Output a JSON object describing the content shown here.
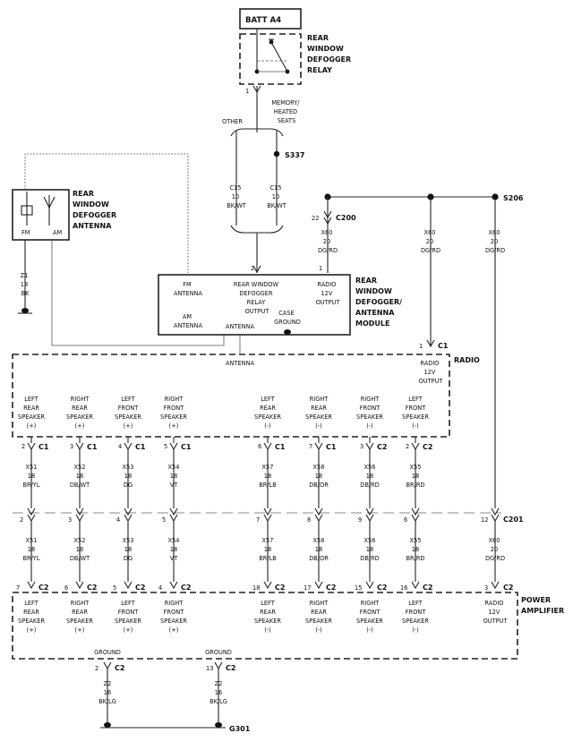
{
  "batt": "BATT A4",
  "relay": {
    "label": [
      "REAR",
      "WINDOW",
      "DEFOGGER",
      "RELAY"
    ],
    "pin": "1",
    "note": [
      "MEMORY/",
      "HEATED",
      "SEATS"
    ],
    "other": "OTHER",
    "splice": "S337"
  },
  "relay_wires": [
    [
      "C15",
      "10",
      "BK/WT"
    ],
    [
      "C15",
      "10",
      "BK/WT"
    ]
  ],
  "antenna": {
    "label": [
      "REAR",
      "WINDOW",
      "DEFOGGER",
      "ANTENNA"
    ],
    "fm": "FM",
    "am": "AM",
    "ground_wire": [
      "Z1",
      "18",
      "BK"
    ]
  },
  "s206": "S206",
  "c200": {
    "pin": "22",
    "name": "C200"
  },
  "top_wires": [
    [
      "X60",
      "20",
      "DG/RD"
    ],
    [
      "X60",
      "20",
      "DG/RD"
    ],
    [
      "X60",
      "20",
      "DG/RD"
    ]
  ],
  "module": {
    "label": [
      "REAR",
      "WINDOW",
      "DEFOGGER/",
      "ANTENNA",
      "MODULE"
    ],
    "pin2": "2",
    "pin1": "1",
    "fm": [
      "FM",
      "ANTENNA"
    ],
    "relay_out": [
      "REAR WINDOW",
      "DEFOGGER",
      "RELAY",
      "OUTPUT"
    ],
    "radio_out": [
      "RADIO",
      "12V",
      "OUTPUT"
    ],
    "am": [
      "AM",
      "ANTENNA"
    ],
    "ant": "ANTENNA",
    "case": [
      "CASE",
      "GROUND"
    ]
  },
  "radio": {
    "label": "RADIO",
    "antenna": "ANTENNA",
    "conn_pin": "1",
    "conn": "C1",
    "out": [
      "RADIO",
      "12V",
      "OUTPUT"
    ]
  },
  "speakers": [
    {
      "name": [
        "LEFT",
        "REAR",
        "SPEAKER",
        "(+)"
      ],
      "c1": [
        "2",
        "C1"
      ],
      "w1": [
        "X51",
        "18",
        "BR/YL"
      ],
      "c201": "2",
      "w2": [
        "X51",
        "18",
        "BR/YL"
      ],
      "c2": [
        "7",
        "C2"
      ],
      "amp": [
        "LEFT",
        "REAR",
        "SPEAKER",
        "(+)"
      ]
    },
    {
      "name": [
        "RIGHT",
        "REAR",
        "SPEAKER",
        "(+)"
      ],
      "c1": [
        "3",
        "C1"
      ],
      "w1": [
        "X52",
        "18",
        "DB/WT"
      ],
      "c201": "3",
      "w2": [
        "X52",
        "18",
        "DB/WT"
      ],
      "c2": [
        "6",
        "C2"
      ],
      "amp": [
        "RIGHT",
        "REAR",
        "SPEAKER",
        "(+)"
      ]
    },
    {
      "name": [
        "LEFT",
        "FRONT",
        "SPEAKER",
        "(+)"
      ],
      "c1": [
        "4",
        "C1"
      ],
      "w1": [
        "X53",
        "18",
        "DG"
      ],
      "c201": "4",
      "w2": [
        "X53",
        "18",
        "DG"
      ],
      "c2": [
        "5",
        "C2"
      ],
      "amp": [
        "LEFT",
        "FRONT",
        "SPEAKER",
        "(+)"
      ]
    },
    {
      "name": [
        "RIGHT",
        "FRONT",
        "SPEAKER",
        "(+)"
      ],
      "c1": [
        "5",
        "C1"
      ],
      "w1": [
        "X54",
        "18",
        "VT"
      ],
      "c201": "5",
      "w2": [
        "X54",
        "18",
        "VT"
      ],
      "c2": [
        "4",
        "C2"
      ],
      "amp": [
        "RIGHT",
        "FRONT",
        "SPEAKER",
        "(+)"
      ]
    },
    {
      "name": [
        "LEFT",
        "REAR",
        "SPEAKER",
        "(-)"
      ],
      "c1": [
        "6",
        "C1"
      ],
      "w1": [
        "X57",
        "18",
        "BR/LB"
      ],
      "c201": "7",
      "w2": [
        "X57",
        "18",
        "BR/LB"
      ],
      "c2": [
        "18",
        "C2"
      ],
      "amp": [
        "LEFT",
        "REAR",
        "SPEAKER",
        "(-)"
      ]
    },
    {
      "name": [
        "RIGHT",
        "REAR",
        "SPEAKER",
        "(-)"
      ],
      "c1": [
        "7",
        "C1"
      ],
      "w1": [
        "X58",
        "18",
        "DB/OR"
      ],
      "c201": "8",
      "w2": [
        "X58",
        "18",
        "DB/OR"
      ],
      "c2": [
        "17",
        "C2"
      ],
      "amp": [
        "RIGHT",
        "REAR",
        "SPEAKER",
        "(-)"
      ]
    },
    {
      "name": [
        "RIGHT",
        "FRONT",
        "SPEAKER",
        "(-)"
      ],
      "c1": [
        "3",
        "C2"
      ],
      "w1": [
        "X56",
        "18",
        "DB/RD"
      ],
      "c201": "9",
      "w2": [
        "X56",
        "18",
        "DB/RD"
      ],
      "c2": [
        "15",
        "C2"
      ],
      "amp": [
        "RIGHT",
        "FRONT",
        "SPEAKER",
        "(-)"
      ]
    },
    {
      "name": [
        "LEFT",
        "FRONT",
        "SPEAKER",
        "(-)"
      ],
      "c1": [
        "2",
        "C2"
      ],
      "w1": [
        "X55",
        "18",
        "BR/RD"
      ],
      "c201": "6",
      "w2": [
        "X55",
        "18",
        "BR/RD"
      ],
      "c2": [
        "16",
        "C2"
      ],
      "amp": [
        "LEFT",
        "FRONT",
        "SPEAKER",
        "(-)"
      ]
    }
  ],
  "c201": {
    "pin": "12",
    "name": "C201",
    "wire": [
      "X60",
      "20",
      "DG/RD"
    ]
  },
  "amp": {
    "label": [
      "POWER",
      "AMPLIFIER"
    ],
    "radio_out": [
      "RADIO",
      "12V",
      "OUTPUT"
    ],
    "radio_conn": [
      "3",
      "C2"
    ]
  },
  "grounds": [
    {
      "label": "GROUND",
      "conn": [
        "2",
        "C2"
      ],
      "wire": [
        "Z2",
        "16",
        "BK/LG"
      ]
    },
    {
      "label": "GROUND",
      "conn": [
        "13",
        "C2"
      ],
      "wire": [
        "Z2",
        "16",
        "BK/LG"
      ]
    }
  ],
  "g301": "G301"
}
